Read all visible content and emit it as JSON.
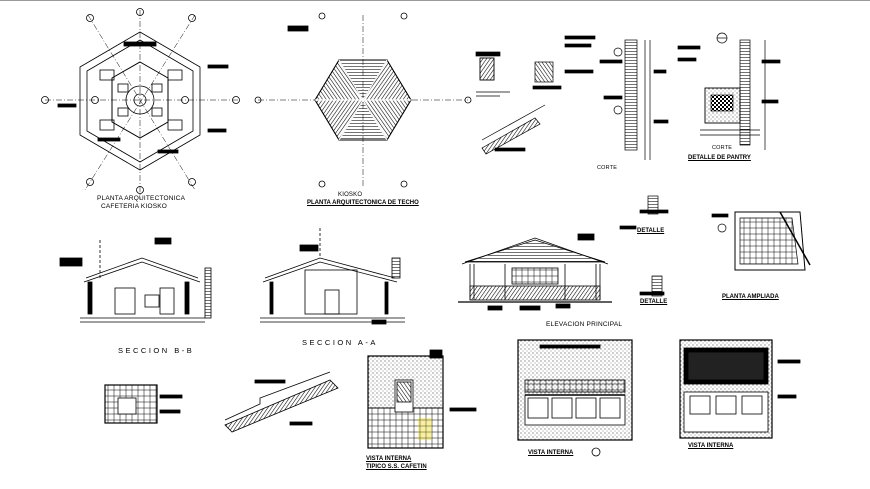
{
  "drawing_labels": {
    "plan_title_1": "PLANTA ARQUITECTONICA",
    "plan_title_2": "CAFETERIA KIOSKO",
    "roof_title_1": "KIOSKO",
    "roof_title_2": "PLANTA ARQUITECTONICA DE TECHO",
    "corte_1": "CORTE",
    "corte_2": "CORTE",
    "detalle_pantry": "DETALLE DE PANTRY",
    "detalle_1": "DETALLE",
    "detalle_2": "DETALLE",
    "planta_ampliada": "PLANTA AMPLIADA",
    "seccion_bb": "SECCION B-B",
    "seccion_aa": "SECCION A-A",
    "elevacion_principal": "ELEVACION PRINCIPAL",
    "vista_interna_1": "VISTA INTERNA",
    "vista_interna_2": "VISTA INTERNA",
    "vista_baños_1": "VISTA INTERNA",
    "vista_baños_2": "TIPICO S.S. CAFETIN"
  },
  "colors": {
    "line": "#000000",
    "background": "#ffffff",
    "accent": "#e8d000"
  }
}
